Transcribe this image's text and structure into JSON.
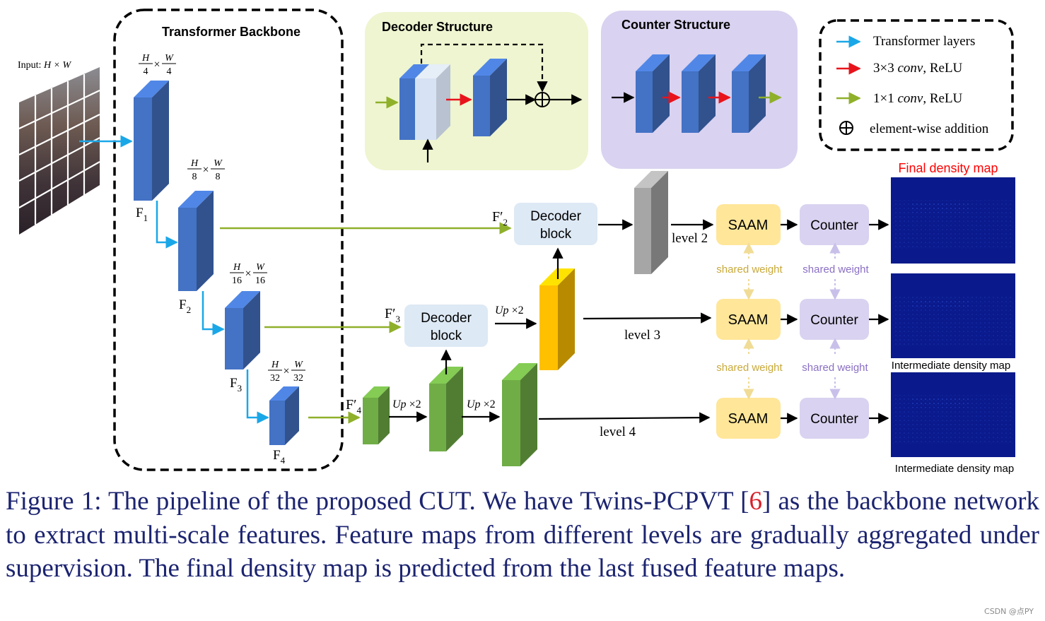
{
  "figure": {
    "backbone_title": "Transformer Backbone",
    "input_label": "Input: H × W",
    "input_prefix": "Input:",
    "input_math": "H × W",
    "scales": [
      {
        "num": "H",
        "den1": "4",
        "num2": "W",
        "den2": "4",
        "label": "F1",
        "sub": "1"
      },
      {
        "num": "H",
        "den1": "8",
        "num2": "W",
        "den2": "8",
        "label": "F2",
        "sub": "2"
      },
      {
        "num": "H",
        "den1": "16",
        "num2": "W",
        "den2": "16",
        "label": "F3",
        "sub": "3"
      },
      {
        "num": "H",
        "den1": "32",
        "num2": "W",
        "den2": "32",
        "label": "F4",
        "sub": "4"
      }
    ],
    "decoder_structure_title": "Decoder Structure",
    "counter_structure_title": "Counter Structure",
    "legend": {
      "items": [
        {
          "label": "Transformer layers",
          "color": "#1aa7e8"
        },
        {
          "label": "3×3 conv, ReLU",
          "pre": "3×3 ",
          "em": "conv",
          "post": ", ReLU",
          "color": "#e8141c"
        },
        {
          "label": "1×1 conv, ReLU",
          "pre": "1×1 ",
          "em": "conv",
          "post": ", ReLU",
          "color": "#8fb02a"
        },
        {
          "label": "element-wise addition",
          "color": "#000000"
        }
      ]
    },
    "decoder_block_line1": "Decoder",
    "decoder_block_line2": "block",
    "f_primes": [
      {
        "base": "F",
        "prime": "′",
        "sub": "2"
      },
      {
        "base": "F",
        "prime": "′",
        "sub": "3"
      },
      {
        "base": "F",
        "prime": "′",
        "sub": "4"
      }
    ],
    "upsample": "Up ×2",
    "upsample_em": "Up",
    "upsample_rest": " ×2",
    "levels": [
      "level 2",
      "level 3",
      "level 4"
    ],
    "saam": "SAAM",
    "counter": "Counter",
    "shared_weight": "shared weight",
    "final_density_map": "Final density map",
    "intermediate_density_map": "Intermediate density map",
    "colors": {
      "blue_block": "#4472c4",
      "green_block": "#70ad47",
      "yellow_block": "#ffc000",
      "gray_block": "#a6a6a6",
      "decoder_panel": "#eef5d0",
      "counter_panel": "#d9d2f0",
      "saam_fill": "#ffe699",
      "counter_fill": "#d9d2f0",
      "decoder_block_fill": "#dde9f5",
      "density_bg": "#0a1a8c",
      "final_title": "#ff0000",
      "saam_shared": "#c9a93a",
      "counter_shared": "#8a6fc4"
    }
  },
  "caption": {
    "prefix": "Figure 1: The pipeline of the proposed CUT. We have Twins-PCPVT [",
    "ref": "6",
    "suffix": "] as the backbone network to extract multi-scale features.  Feature maps from different levels are gradually aggregated under supervision. The final density map is predicted from the last fused feature maps."
  },
  "watermark": "CSDN @点PY"
}
